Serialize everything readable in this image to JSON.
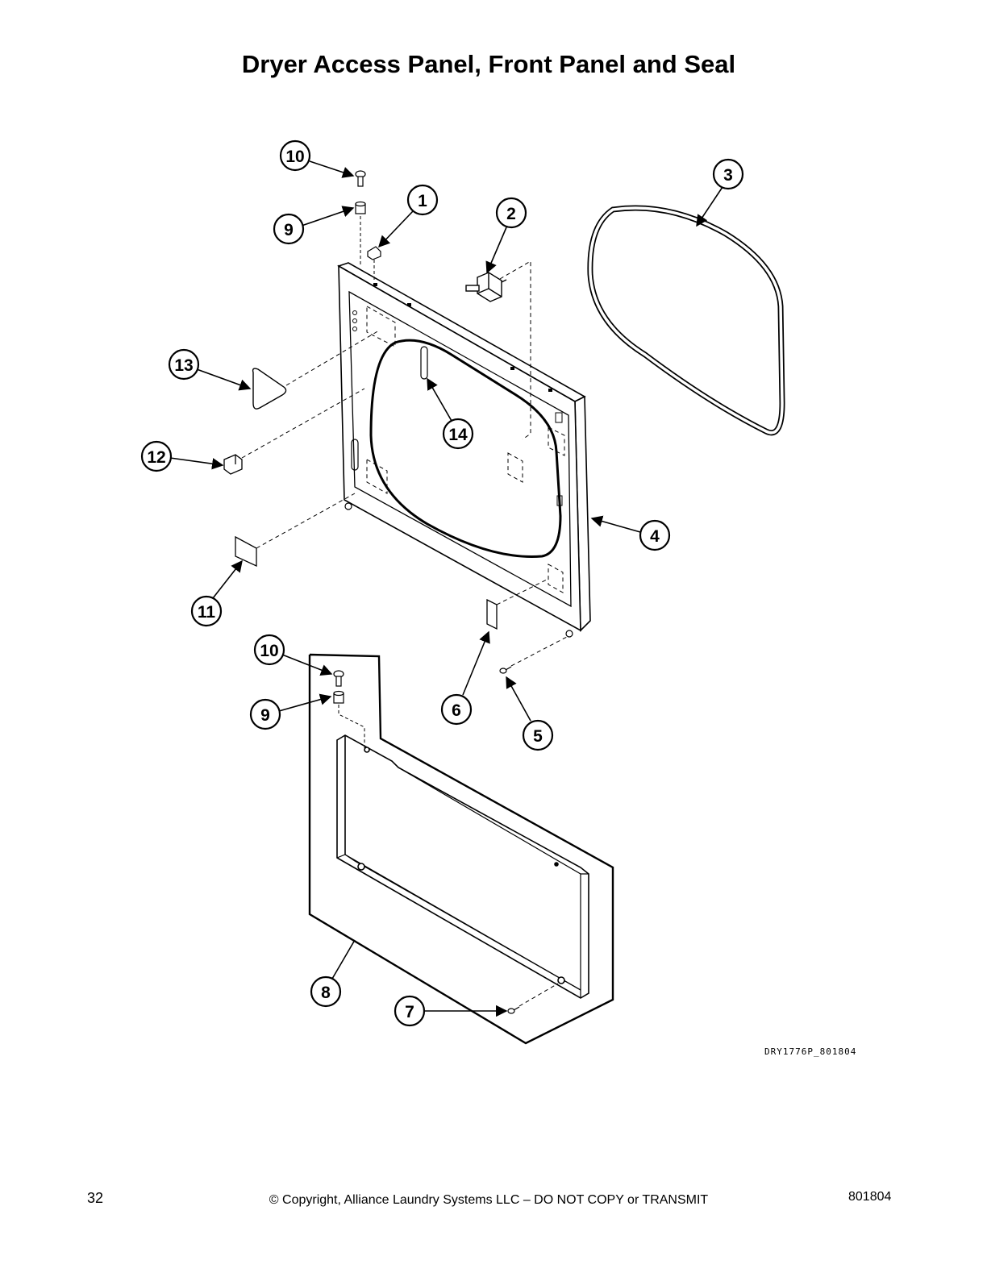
{
  "title": "Dryer Access Panel, Front Panel and Seal",
  "callouts": [
    {
      "id": "c1",
      "label": "1"
    },
    {
      "id": "c2",
      "label": "2"
    },
    {
      "id": "c3",
      "label": "3"
    },
    {
      "id": "c4",
      "label": "4"
    },
    {
      "id": "c5",
      "label": "5"
    },
    {
      "id": "c6",
      "label": "6"
    },
    {
      "id": "c7",
      "label": "7"
    },
    {
      "id": "c8",
      "label": "8"
    },
    {
      "id": "c9a",
      "label": "9"
    },
    {
      "id": "c9b",
      "label": "9"
    },
    {
      "id": "c10a",
      "label": "10"
    },
    {
      "id": "c10b",
      "label": "10"
    },
    {
      "id": "c11",
      "label": "11"
    },
    {
      "id": "c12",
      "label": "12"
    },
    {
      "id": "c13",
      "label": "13"
    },
    {
      "id": "c14",
      "label": "14"
    }
  ],
  "drawing_id": "DRY1776P_801804",
  "footer": {
    "page_number": "32",
    "copyright": "© Copyright, Alliance Laundry Systems LLC – DO NOT COPY or TRANSMIT",
    "doc_number": "801804"
  }
}
